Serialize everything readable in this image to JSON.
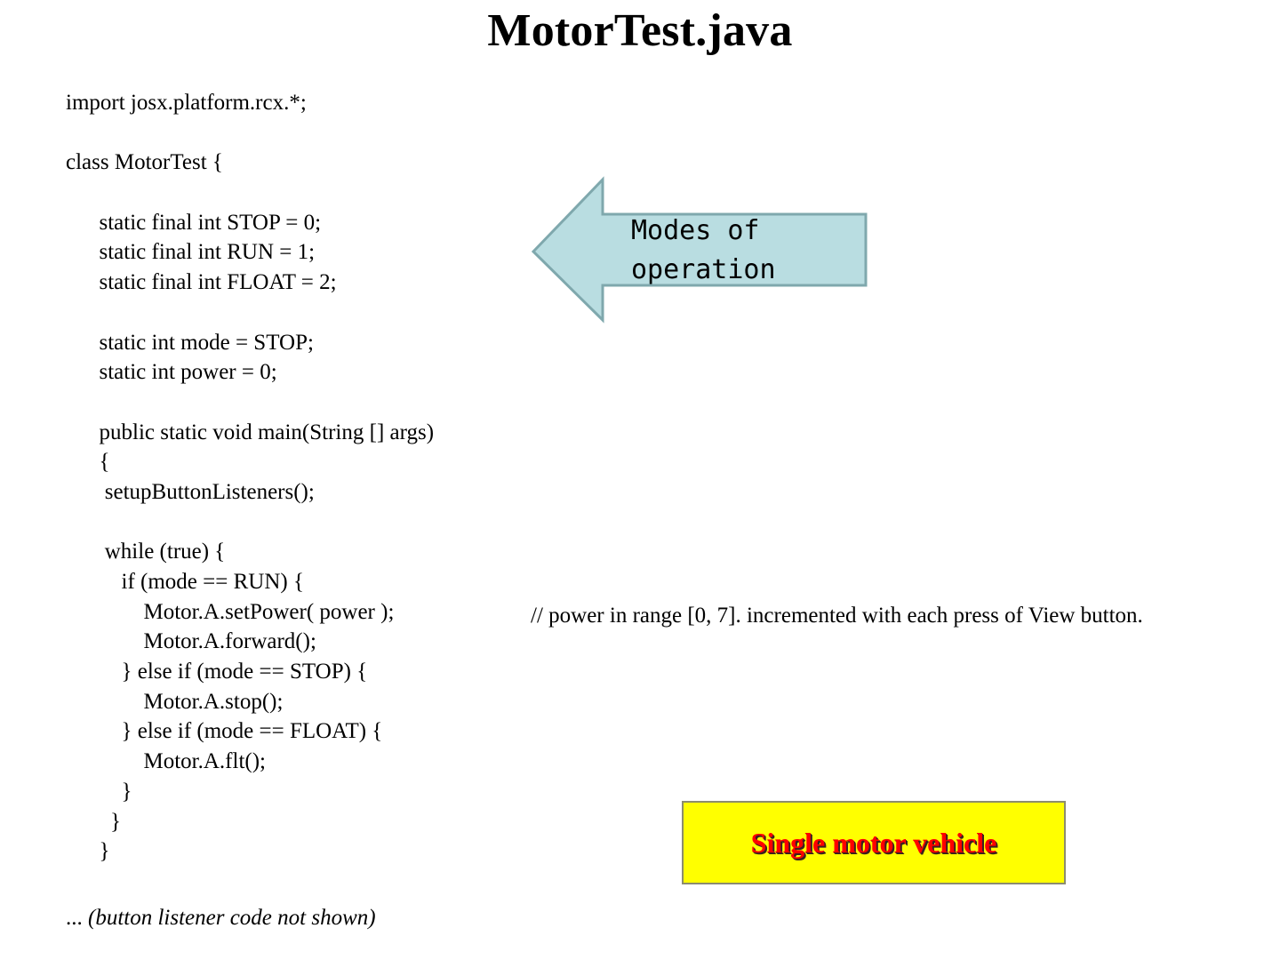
{
  "slide": {
    "title": "MotorTest.java",
    "background_color": "#ffffff"
  },
  "code": {
    "language": "java",
    "lines": [
      "import josx.platform.rcx.*;",
      "",
      "class MotorTest {",
      "",
      "      static final int STOP = 0;",
      "      static final int RUN = 1;",
      "      static final int FLOAT = 2;",
      "",
      "      static int mode = STOP;",
      "      static int power = 0;",
      "",
      "      public static void main(String [] args)",
      "      {",
      "       setupButtonListeners();",
      "",
      "       while (true) {",
      "          if (mode == RUN) {",
      "              Motor.A.setPower( power );",
      "              Motor.A.forward();",
      "          } else if (mode == STOP) {",
      "              Motor.A.stop();",
      "          } else if (mode == FLOAT) {",
      "              Motor.A.flt();",
      "          }",
      "        }",
      "      }"
    ],
    "trailing_comment": "// power in range [0, 7]. incremented with each press of View button."
  },
  "footnote": {
    "prefix": "... ",
    "italic_text": "(button listener code not shown)"
  },
  "callouts": {
    "modes_arrow": {
      "label": "Modes of\noperation",
      "fill_color": "#b9dde1",
      "border_color": "#7fa8ad",
      "direction": "left"
    },
    "vehicle_box": {
      "label": "Single motor vehicle",
      "fill_color": "#ffff00",
      "border_color": "#8c8c6e",
      "text_color": "#ff0000",
      "shadow_color": "#3a2020"
    }
  }
}
